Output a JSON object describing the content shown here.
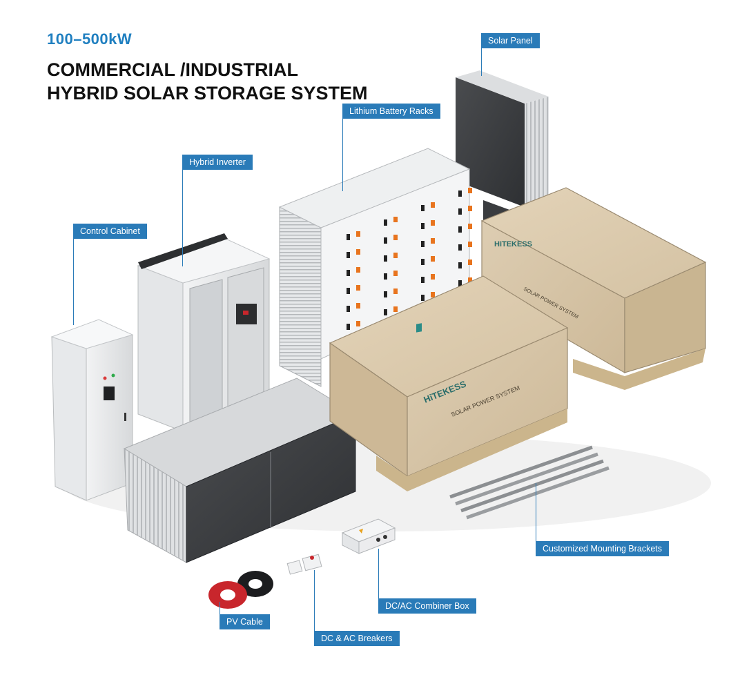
{
  "header": {
    "subtitle": "100–500kW",
    "title_line1": "COMMERCIAL /INDUSTRIAL",
    "title_line2": "HYBRID SOLAR STORAGE SYSTEM"
  },
  "callouts": {
    "solar_panel": "Solar Panel",
    "battery_racks": "Lithium Battery Racks",
    "hybrid_inverter": "Hybrid Inverter",
    "control_cabinet": "Control Cabinet",
    "mounting_brackets": "Customized Mounting Brackets",
    "combiner_box": "DC/AC Combiner Box",
    "pv_cable": "PV Cable",
    "breakers": "DC & AC Breakers"
  },
  "crate": {
    "brand": "HiTEKESS",
    "label": "SOLAR POWER SYSTEM"
  },
  "colors": {
    "accent": "#2a7bb8",
    "subtitle": "#1f7fc0",
    "crate": "#d9c7a8",
    "battery_terminal": "#e8741e",
    "cable_red": "#c8262c"
  }
}
